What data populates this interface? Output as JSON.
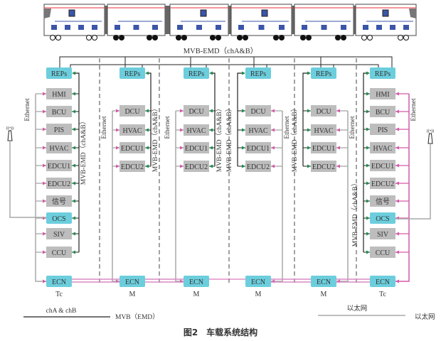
{
  "bus_title": "MVB-EMD（chA&B）",
  "bus_vertical_label": "MVB-EMD（chA&B）",
  "ethernet_label": "Ethernet",
  "colors": {
    "cyan_box": "#6ccedd",
    "grey_box": "#bdbdbd",
    "mvb_line": "#222222",
    "ethernet_line": "#a8a8a8",
    "ethernet_arrow": "#d45aa8",
    "mvb_arrow": "#1f8a4c",
    "ecn_link": "#d88ac4",
    "train_red": "#e8303a",
    "train_blue": "#3b55a8"
  },
  "cars": [
    {
      "type": "Tc",
      "reps": "REPs",
      "ecn": "ECN",
      "devices": [
        {
          "name": "HMI",
          "kind": "grey"
        },
        {
          "name": "BCU",
          "kind": "grey"
        },
        {
          "name": "PIS",
          "kind": "grey"
        },
        {
          "name": "HVAC",
          "kind": "grey"
        },
        {
          "name": "EDCU1",
          "kind": "grey"
        },
        {
          "name": "EDCU2",
          "kind": "grey"
        },
        {
          "name": "信号",
          "kind": "grey"
        },
        {
          "name": "OCS",
          "kind": "cyan"
        },
        {
          "name": "SIV",
          "kind": "grey"
        },
        {
          "name": "CCU",
          "kind": "grey"
        }
      ]
    },
    {
      "type": "M",
      "reps": "REPs",
      "ecn": "ECN",
      "devices": [
        {
          "name": "DCU",
          "kind": "grey"
        },
        {
          "name": "HVAC",
          "kind": "grey"
        },
        {
          "name": "EDCU1",
          "kind": "grey"
        },
        {
          "name": "EDCU2",
          "kind": "grey"
        }
      ]
    },
    {
      "type": "M",
      "reps": "REPs",
      "ecn": "ECN",
      "devices": [
        {
          "name": "DCU",
          "kind": "grey"
        },
        {
          "name": "HVAC",
          "kind": "grey"
        },
        {
          "name": "EDCU1",
          "kind": "grey"
        },
        {
          "name": "EDCU2",
          "kind": "grey"
        }
      ]
    },
    {
      "type": "M",
      "reps": "REPs",
      "ecn": "ECN",
      "devices": [
        {
          "name": "DCU",
          "kind": "grey"
        },
        {
          "name": "HVAC",
          "kind": "grey"
        },
        {
          "name": "EDCU1",
          "kind": "grey"
        },
        {
          "name": "EDCU2",
          "kind": "grey"
        }
      ]
    },
    {
      "type": "M",
      "reps": "REPs",
      "ecn": "ECN",
      "devices": [
        {
          "name": "DCU",
          "kind": "grey"
        },
        {
          "name": "HVAC",
          "kind": "grey"
        },
        {
          "name": "EDCU1",
          "kind": "grey"
        },
        {
          "name": "EDCU2",
          "kind": "grey"
        }
      ]
    },
    {
      "type": "Tc",
      "reps": "REPs",
      "ecn": "ECN",
      "devices": [
        {
          "name": "HMI",
          "kind": "grey"
        },
        {
          "name": "BCU",
          "kind": "grey"
        },
        {
          "name": "PIS",
          "kind": "grey"
        },
        {
          "name": "HVAC",
          "kind": "grey"
        },
        {
          "name": "EDCU1",
          "kind": "grey"
        },
        {
          "name": "EDCU2",
          "kind": "grey"
        },
        {
          "name": "信号",
          "kind": "grey"
        },
        {
          "name": "OCS",
          "kind": "cyan"
        },
        {
          "name": "SIV",
          "kind": "grey"
        },
        {
          "name": "CCU",
          "kind": "grey"
        }
      ]
    }
  ],
  "legend": {
    "mvb_top": "chA & chB",
    "mvb_side": "MVB（EMD）",
    "eth_top": "以太网",
    "eth_side": "以太网"
  },
  "caption": "图2　车载系统结构"
}
